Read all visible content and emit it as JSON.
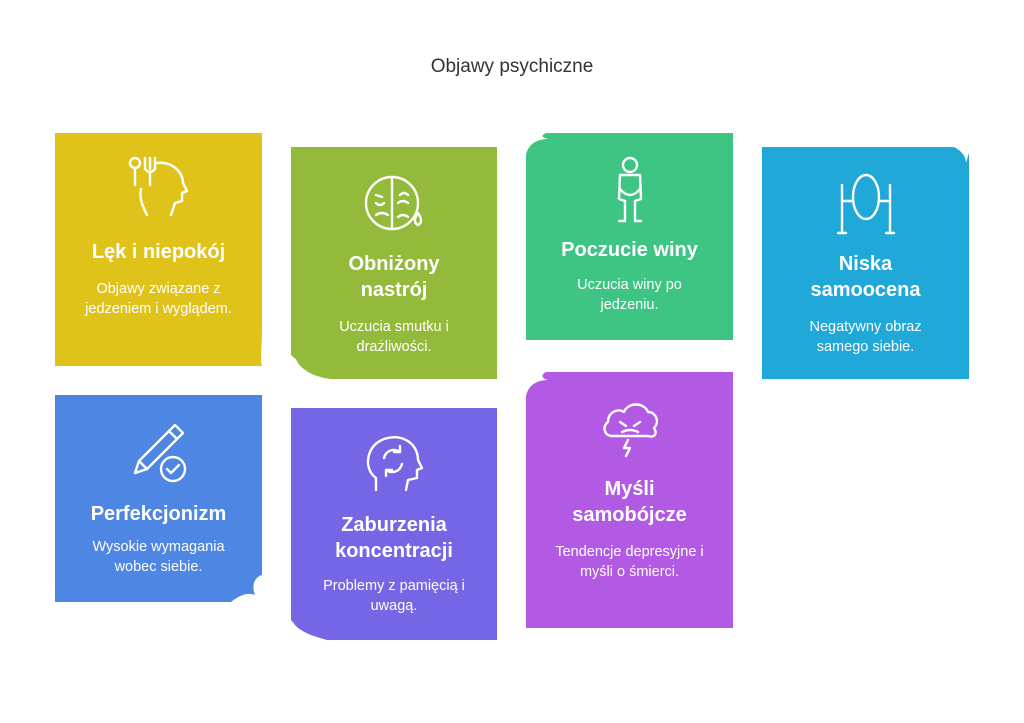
{
  "title": "Objawy psychiczne",
  "colors": {
    "lek": "#E0C31A",
    "nastroj": "#93BA3A",
    "wina": "#3EC584",
    "samoocena": "#1FA8D8",
    "perfekcjonizm": "#4D86E3",
    "koncentracja": "#7566E6",
    "mysli": "#B25AE3"
  },
  "cards": [
    {
      "id": "lek",
      "icon": "head-fork-icon",
      "heading": "Lęk i niepokój",
      "desc": "Objawy związane z jedzeniem i wyglądem."
    },
    {
      "id": "nastroj",
      "icon": "sad-face-icon",
      "heading": "Obniżony nastrój",
      "desc": "Uczucia smutku i drażliwości."
    },
    {
      "id": "wina",
      "icon": "guilty-person-icon",
      "heading": "Poczucie winy",
      "desc": "Uczucia winy po jedzeniu."
    },
    {
      "id": "samoocena",
      "icon": "mirror-icon",
      "heading": "Niska samoocena",
      "desc": "Negatywny obraz samego siebie."
    },
    {
      "id": "perfekcjonizm",
      "icon": "pencil-check-icon",
      "heading": "Perfekcjonizm",
      "desc": "Wysokie wymagania wobec siebie."
    },
    {
      "id": "koncentracja",
      "icon": "head-arrows-icon",
      "heading": "Zaburzenia koncentracji",
      "desc": "Problemy z pamięcią i uwagą."
    },
    {
      "id": "mysli",
      "icon": "storm-cloud-icon",
      "heading": "Myśli samobójcze",
      "desc": "Tendencje depresyjne i myśli o śmierci."
    }
  ]
}
